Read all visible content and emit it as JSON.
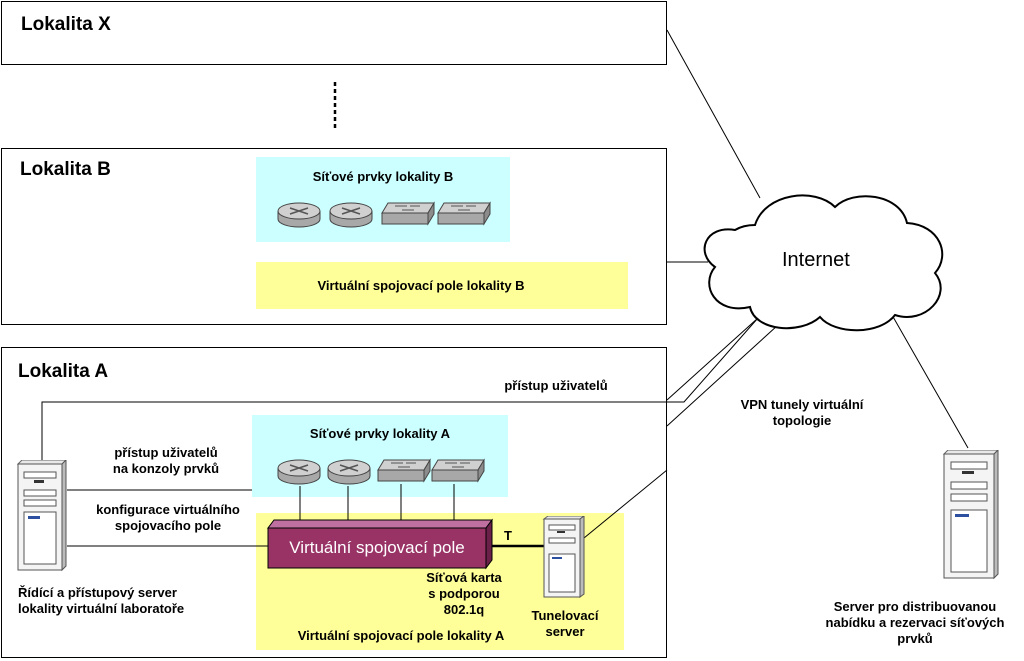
{
  "colors": {
    "cyan_panel": "#ccffff",
    "yellow_panel": "#ffff99",
    "switch_fabric": "#993366"
  },
  "sites": {
    "x": {
      "title": "Lokalita X"
    },
    "b": {
      "title": "Lokalita B",
      "devices_label": "Síťové prvky lokality B",
      "fabric_label": "Virtuální spojovací pole lokality B"
    },
    "a": {
      "title": "Lokalita A",
      "devices_label": "Síťové prvky lokality A",
      "fabric_block_label": "Virtuální spojovací pole",
      "fabric_label": "Virtuální spojovací pole lokality A",
      "user_access": "přístup uživatelů",
      "console_access_1": "přístup uživatelů",
      "console_access_2": "na konzoly prvků",
      "config_1": "konfigurace virtuálního",
      "config_2": "spojovacího pole",
      "server_caption_1": "Řídící a přístupový server",
      "server_caption_2": "lokality virtuální laboratoře",
      "nic_1": "Síťová karta",
      "nic_2": "s podporou",
      "nic_3": "802.1q",
      "trunk_label": "T",
      "tunnel_server_1": "Tunelovací",
      "tunnel_server_2": "server"
    }
  },
  "internet": {
    "label": "Internet"
  },
  "vpn": {
    "line1": "VPN tunely virtuální",
    "line2": "topologie"
  },
  "booking_server": {
    "line1": "Server pro distribuovanou",
    "line2": "nabídku a rezervaci síťových",
    "line3": "prvků"
  },
  "icons": [
    "router-icon",
    "switch-icon",
    "server-icon",
    "cloud-icon"
  ]
}
